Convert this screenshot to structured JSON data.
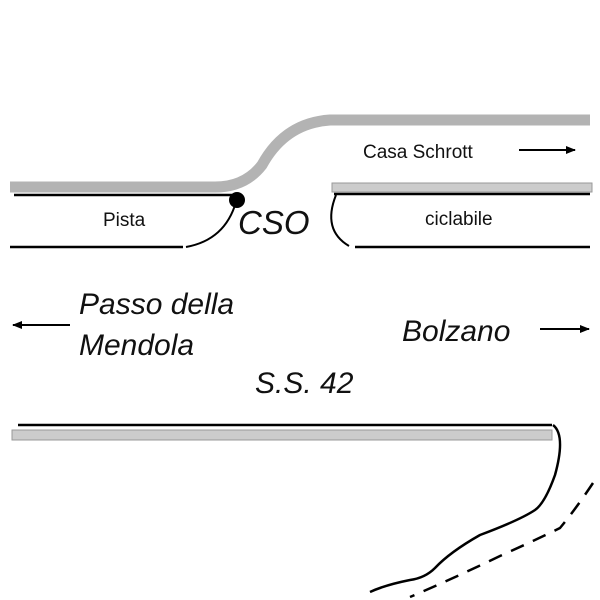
{
  "labels": {
    "pista": "Pista",
    "cso": "CSO",
    "ciclabile": "ciclabile",
    "casa_schrott": "Casa Schrott",
    "passo_line1": "Passo della",
    "passo_line2": "Mendola",
    "bolzano": "Bolzano",
    "road": "S.S. 42"
  },
  "colors": {
    "line": "#000000",
    "gray_road": "#b3b3b3",
    "gray_fill": "#cccccc",
    "gray_stroke": "#999999"
  }
}
